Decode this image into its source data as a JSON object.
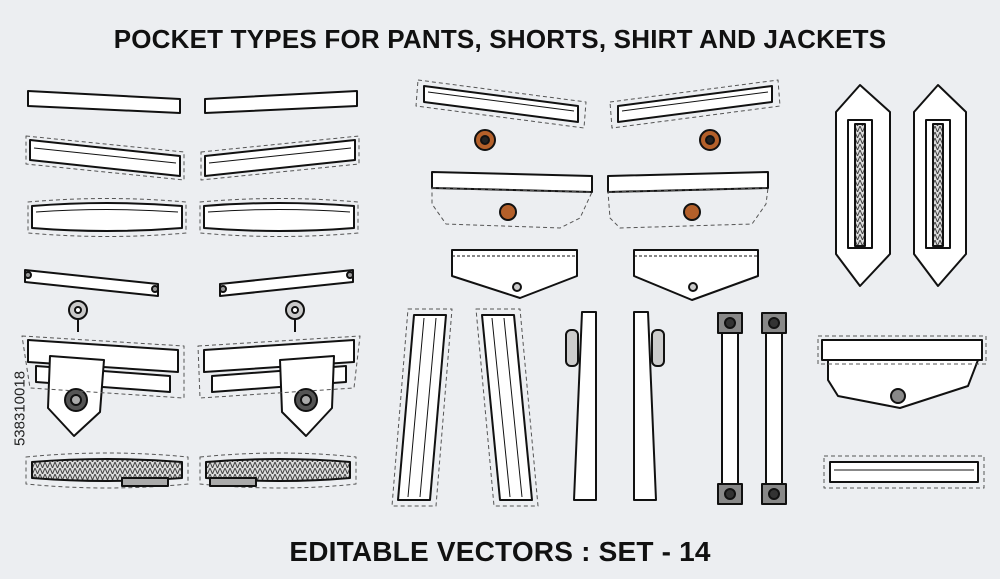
{
  "header": {
    "title": "POCKET TYPES FOR PANTS, SHORTS, SHIRT AND JACKETS"
  },
  "footer": {
    "caption": "EDITABLE VECTORS : SET - 14"
  },
  "stock_id": "538310018",
  "colors": {
    "background": "#eceef1",
    "stroke": "#111111",
    "fill": "#ffffff",
    "stitch": "#555555",
    "button_brown": "#b4602a",
    "metal_gray": "#9a9a9a"
  },
  "icons": [
    "welt-pocket-icon",
    "flap-pocket-icon",
    "zipper-pocket-icon",
    "button-icon",
    "snap-tab-icon"
  ]
}
